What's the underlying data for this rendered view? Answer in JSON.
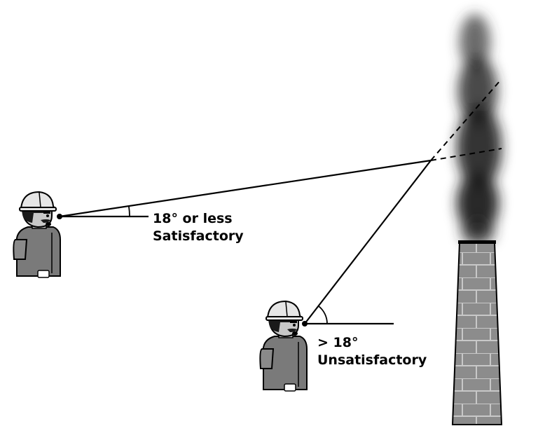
{
  "observer_satisfactory": {
    "angle_label": "18° or less",
    "result_label": "Satisfactory"
  },
  "observer_unsatisfactory": {
    "angle_label": "> 18°",
    "result_label": "Unsatisfactory"
  },
  "colors": {
    "line": "#000000",
    "smoke": "#1a1a1a",
    "brick": "#8c8c8c",
    "brick_mortar": "#c8c8c8",
    "vest": "#7a7a7a",
    "skin": "#c8c8c8",
    "helmet": "#e6e6e6",
    "hair": "#1a1a1a"
  }
}
